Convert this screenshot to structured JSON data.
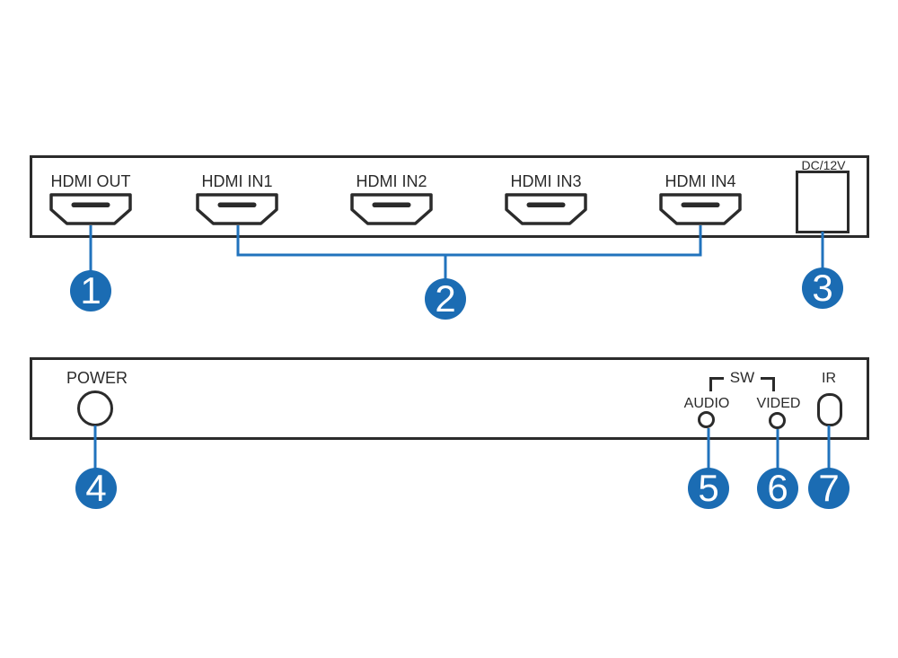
{
  "colors": {
    "callout_blue": "#1b6cb3",
    "leader_blue": "#2173bd",
    "outline_dark": "#2b2b2b",
    "background": "#ffffff"
  },
  "rear_panel": {
    "ports": [
      {
        "label": "HDMI OUT"
      },
      {
        "label": "HDMI IN1"
      },
      {
        "label": "HDMI IN2"
      },
      {
        "label": "HDMI IN3"
      },
      {
        "label": "HDMI IN4"
      }
    ],
    "dc_label": "DC/12V"
  },
  "front_panel": {
    "power_label": "POWER",
    "sw_label": "SW",
    "audio_label": "AUDIO",
    "video_label": "VIDED",
    "ir_label": "IR"
  },
  "callouts": [
    {
      "number": "1"
    },
    {
      "number": "2"
    },
    {
      "number": "3"
    },
    {
      "number": "4"
    },
    {
      "number": "5"
    },
    {
      "number": "6"
    },
    {
      "number": "7"
    }
  ]
}
